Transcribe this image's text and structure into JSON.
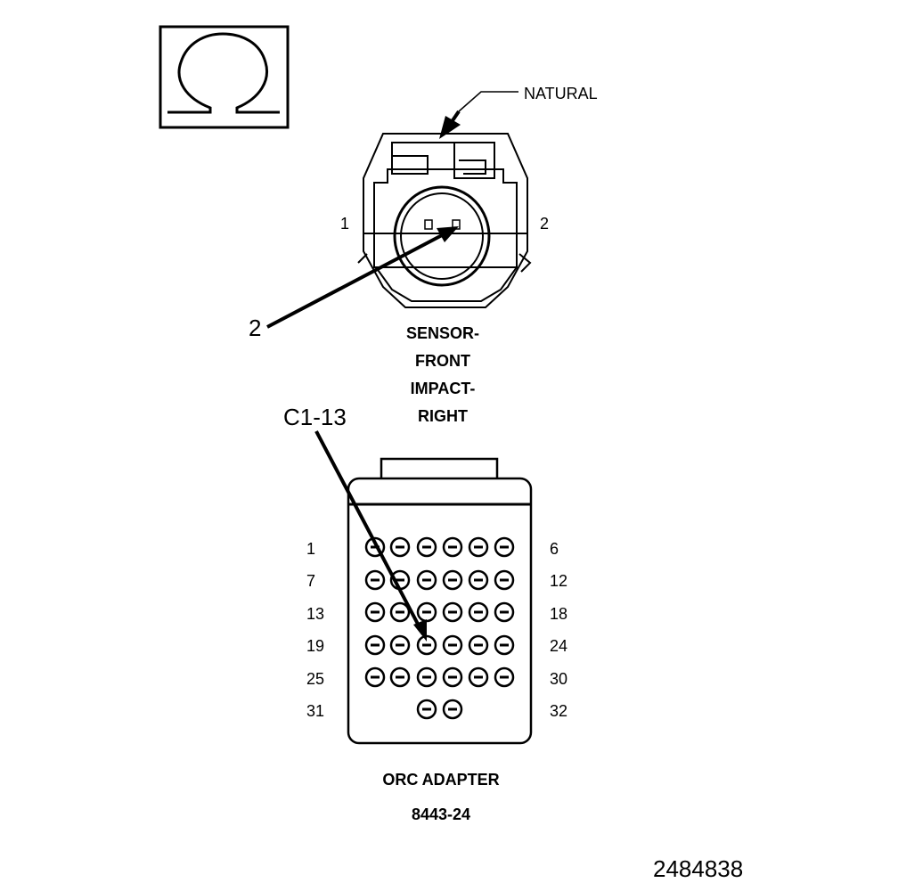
{
  "legend_symbol": "resistance-ohm-icon",
  "sensor": {
    "callout": "NATURAL",
    "pin_left": "1",
    "pin_right": "2",
    "pin_pointer": "2",
    "name_lines": [
      "SENSOR-",
      "FRONT",
      "IMPACT-",
      "RIGHT"
    ]
  },
  "adapter": {
    "pin_pointer": "C1-13",
    "row_labels_left": [
      "1",
      "7",
      "13",
      "19",
      "25",
      "31"
    ],
    "row_labels_right": [
      "6",
      "12",
      "18",
      "24",
      "30",
      "32"
    ],
    "pin_rows": [
      6,
      6,
      6,
      6,
      6,
      2
    ],
    "name": "ORC ADAPTER",
    "part_number": "8443-24"
  },
  "figure_id": "2484838"
}
